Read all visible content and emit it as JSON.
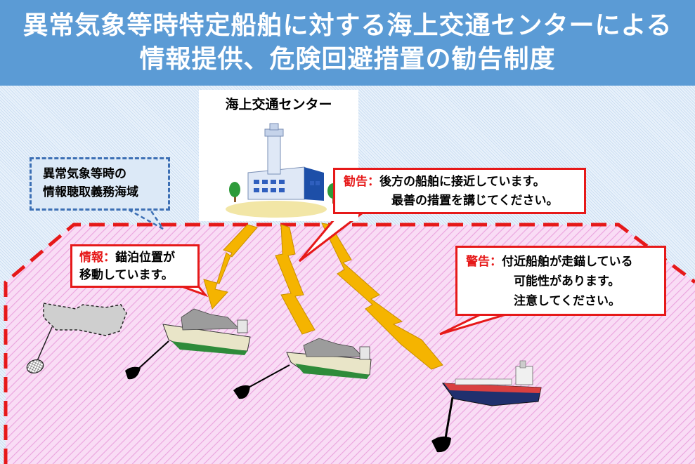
{
  "title": {
    "line1": "異常気象等時特定船舶に対する海上交通センターによる",
    "line2": "情報提供、危険回避措置の勧告制度"
  },
  "center": {
    "label": "海上交通センター"
  },
  "area_callout": {
    "line1": "異常気象等時の",
    "line2": "情報聴取義務海域"
  },
  "info_callout": {
    "tag": "情報：",
    "line1": "錨泊位置が",
    "line2": "移動しています。"
  },
  "advice_callout": {
    "tag": "勧告：",
    "line1": "後方の船舶に接近しています。",
    "line2": "最善の措置を講じてください。"
  },
  "warning_callout": {
    "tag": "警告：",
    "line1": "付近船舶が走錨している",
    "line2": "可能性があります。",
    "line3": "注意してください。"
  },
  "colors": {
    "title_bg": "#5b9bd5",
    "tag_red": "#e61919",
    "area_border": "#e61919",
    "area_fill": "#f7d6f3",
    "signal": "#f5b400",
    "callout_border_blue": "#3c6fb4"
  },
  "icons": [
    "control-tower-icon",
    "tree-icon",
    "ship-icon",
    "anchor-icon",
    "lightning-signal-icon"
  ]
}
